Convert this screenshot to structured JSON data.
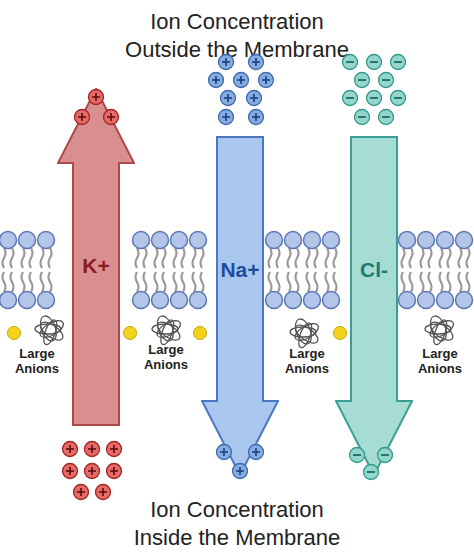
{
  "diagram": {
    "title": "Ion Concentration Outside the Membrane",
    "caption": "Ion Concentration Inside the Membrane",
    "nodes": [
      {
        "text": [
          "K+"
        ]
      },
      {
        "text": [
          "Na+"
        ]
      },
      {
        "text": [
          "Cl-"
        ]
      }
    ],
    "labels": [
      "Large Anions",
      "Large Anions",
      "Large Anions",
      "Large Anions"
    ]
  }
}
